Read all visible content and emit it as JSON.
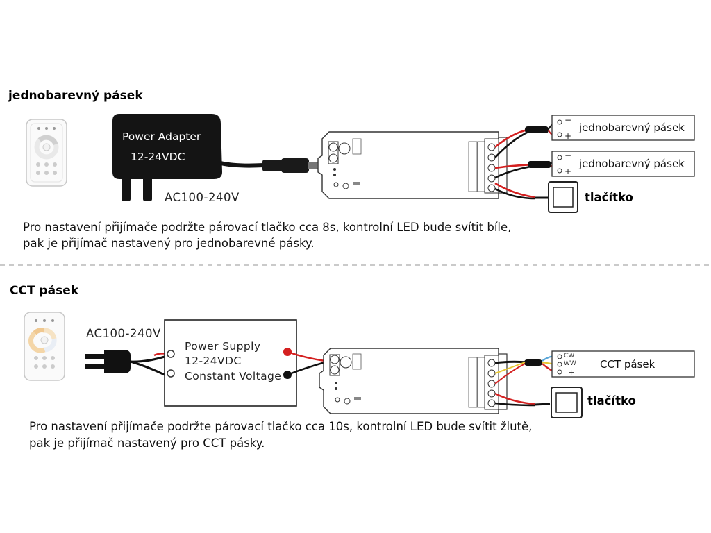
{
  "section1": {
    "title": "jednobarevný pásek",
    "adapter": {
      "line1": "Power Adapter",
      "line2": "12-24VDC"
    },
    "mains": "AC100-240V",
    "strip1": "jednobarevný pásek",
    "strip2": "jednobarevný pásek",
    "button": "tlačítko",
    "note_line1": "Pro nastavení přijímače podržte párovací tlačko cca 8s, kontrolní LED bude svítit bíle,",
    "note_line2": "pak je přijímač nastavený pro jednobarevné pásky."
  },
  "section2": {
    "title": "CCT pásek",
    "mains": "AC100-240V",
    "power_supply": {
      "line1": "Power Supply",
      "line2": "12-24VDC",
      "line3": "Constant Voltage"
    },
    "strip": "CCT pásek",
    "strip_terminals": [
      "CW",
      "WW",
      "+"
    ],
    "button": "tlačítko",
    "note_line1": "Pro nastavení přijímače podržte párovací tlačko cca 10s, kontrolní LED bude svítit žlutě,",
    "note_line2": "pak je přijímač nastavený pro CCT pásky."
  },
  "colors": {
    "wire_red": "#d42020",
    "wire_black": "#111111",
    "wire_yellow": "#e8c630",
    "wire_blue": "#5aa6d8",
    "adapter": "#141414"
  }
}
